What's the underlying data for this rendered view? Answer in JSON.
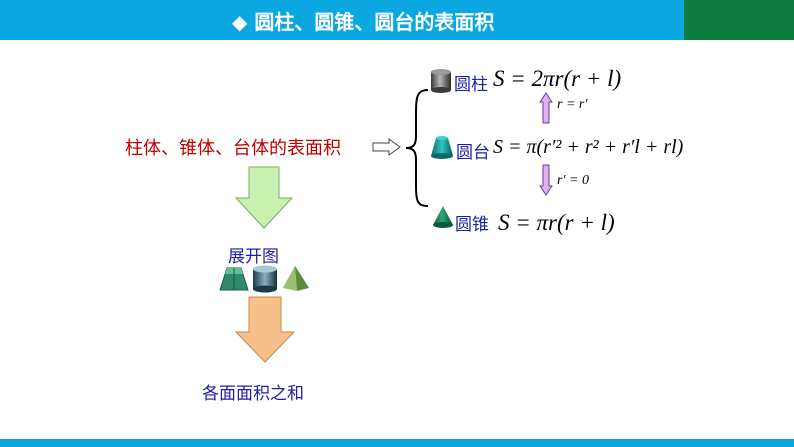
{
  "header": {
    "bullet": "◆",
    "title": "圆柱、圆锥、圆台的表面积"
  },
  "main": {
    "concept": "柱体、锥体、台体的表面积",
    "unfold_label": "展开图",
    "sum_label": "各面面积之和"
  },
  "formulas": {
    "cylinder": {
      "name": "圆柱",
      "formula": "S = 2πr(r + l)"
    },
    "frustum": {
      "name": "圆台",
      "formula": "S = π(r′² + r² + r′l + rl)"
    },
    "cone": {
      "name": "圆锥",
      "formula": "S = πr(r + l)"
    },
    "cond_up": "r = r′",
    "cond_down": "r′ = 0"
  },
  "colors": {
    "header": "#0aa7e0",
    "accent": "#0d7a3e",
    "concept_text": "#c00000",
    "label_text": "#1f1fa0",
    "green_arrow": "#c8f0b0",
    "orange_arrow": "#f6c08a",
    "purple_arrow": "#d9b6f0"
  }
}
